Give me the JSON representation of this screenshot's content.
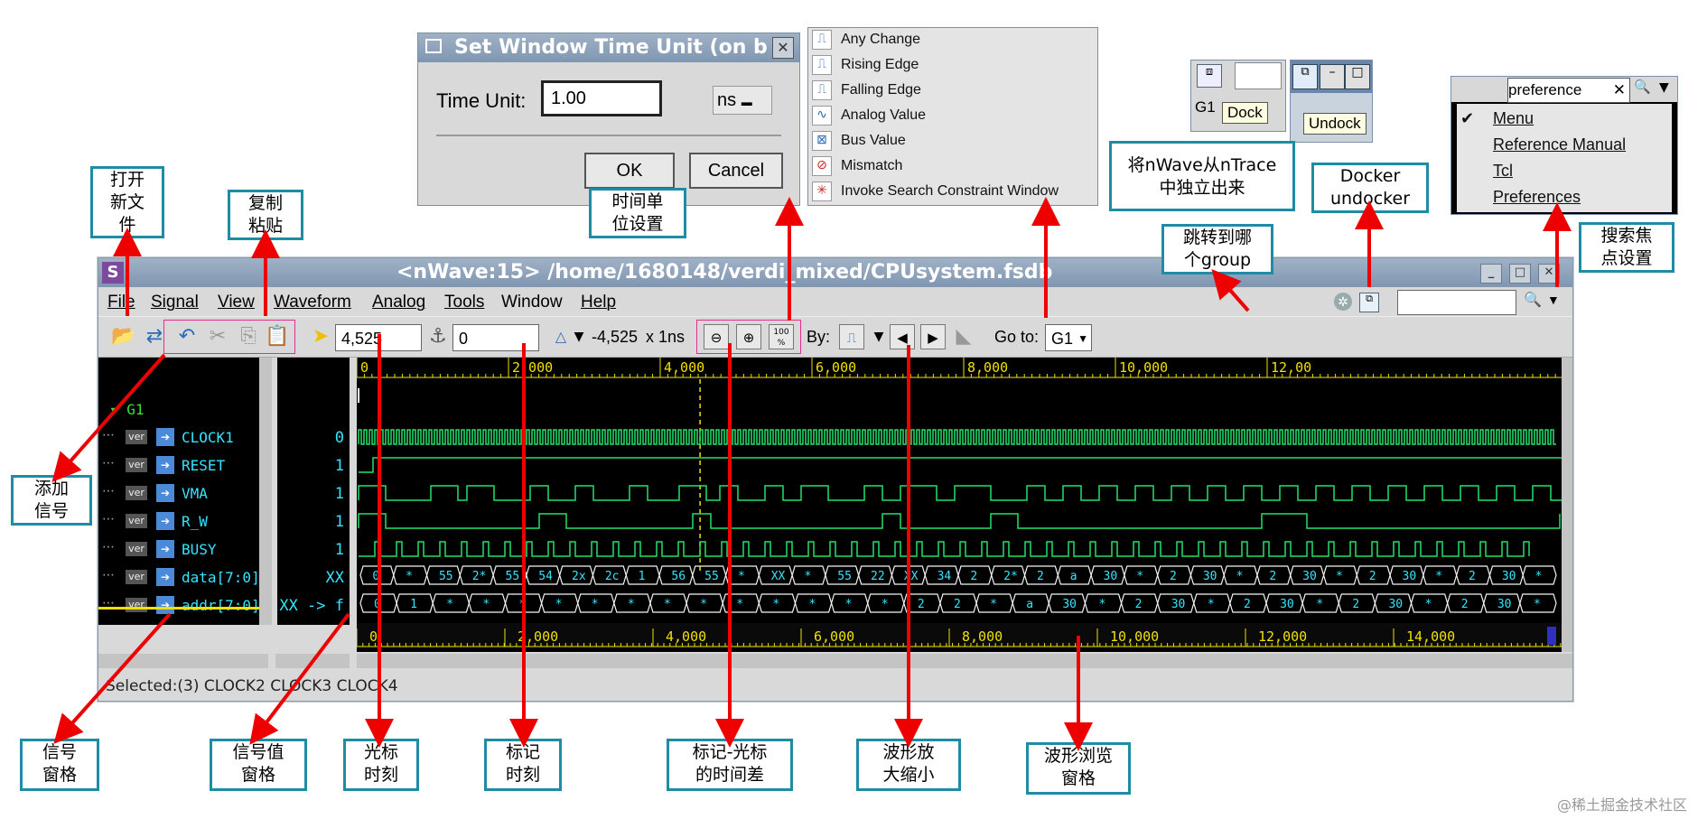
{
  "main_window": {
    "title": "<nWave:15> /home/1680148/verdi_mixed/CPUsystem.fsdb",
    "menu": [
      "File",
      "Signal",
      "View",
      "Waveform",
      "Analog",
      "Tools",
      "Window",
      "Help"
    ],
    "toolbar": {
      "cursor_time": "4,525",
      "marker_time": "0",
      "delta": "-4,525",
      "unit": "x 1ns",
      "by_label": "By:",
      "goto_label": "Go to:",
      "goto_value": "G1",
      "zoom_100_label": "100\n%"
    },
    "group_name": "G1",
    "signals": [
      {
        "name": "CLOCK1",
        "type": "ver",
        "value": "0"
      },
      {
        "name": "RESET",
        "type": "ver",
        "value": "1"
      },
      {
        "name": "VMA",
        "type": "ver",
        "value": "1"
      },
      {
        "name": "R_W",
        "type": "ver",
        "value": "1"
      },
      {
        "name": "BUSY",
        "type": "ver",
        "value": "1"
      },
      {
        "name": "data[7:0]",
        "type": "ver",
        "value": "XX"
      },
      {
        "name": "addr[7:0]",
        "type": "ver",
        "value": "XX -> f"
      }
    ],
    "top_ruler": [
      "0",
      "2,000",
      "4,000",
      "6,000",
      "8,000",
      "10,000",
      "12,00"
    ],
    "bottom_ruler": [
      "0",
      "2,000",
      "4,000",
      "6,000",
      "8,000",
      "10,000",
      "12,000",
      "14,000"
    ],
    "data_bus_labels": [
      "0",
      "*",
      "55",
      "2*",
      "55",
      "54",
      "2x",
      "2c",
      "1",
      "56",
      "55",
      "*",
      "XX",
      "*",
      "55",
      "22",
      "XX",
      "34",
      "2",
      "2*",
      "2",
      "a",
      "30",
      "*",
      "2",
      "30",
      "*",
      "2",
      "30",
      "*",
      "2",
      "30",
      "*",
      "2",
      "30",
      "*"
    ],
    "addr_bus_labels": [
      "0",
      "1",
      "*",
      "*",
      "*",
      "*",
      "*",
      "*",
      "*",
      "*",
      "*",
      "*",
      "*",
      "*",
      "*",
      "2",
      "2",
      "*",
      "a",
      "30",
      "*",
      "2",
      "30",
      "*",
      "2",
      "30",
      "*",
      "2",
      "30",
      "*",
      "2",
      "30",
      "*"
    ],
    "status": "Selected:(3) CLOCK2 CLOCK3 CLOCK4"
  },
  "time_unit_dialog": {
    "title": "Set Window Time Unit (on b",
    "label": "Time Unit:",
    "value": "1.00",
    "unit": "ns",
    "ok": "OK",
    "cancel": "Cancel"
  },
  "search_by_menu": [
    "Any Change",
    "Rising Edge",
    "Falling Edge",
    "Analog Value",
    "Bus Value",
    "Mismatch",
    "Invoke Search Constraint Window"
  ],
  "dock_snippet": {
    "g1": "G1",
    "dock_tooltip": "Dock",
    "undock_tooltip": "Undock"
  },
  "search_focus_snippet": {
    "search_text": "preference",
    "menu": [
      "Menu",
      "Reference Manual",
      "Tcl",
      "Preferences"
    ]
  },
  "callouts": {
    "open_file": "打开\n新文\n件",
    "copy_paste": "复制\n粘贴",
    "time_unit": "时间单\n位设置",
    "undock": "将nWave从nTrace\n中独立出来",
    "docker": "Docker\nundocker",
    "jump_group": "跳转到哪\n个group",
    "search_focus": "搜索焦\n点设置",
    "add_signal": "添加\n信号",
    "signal_pane": "信号\n窗格",
    "value_pane": "信号值\n窗格",
    "cursor_time": "光标\n时刻",
    "marker_time": "标记\n时刻",
    "delta_time": "标记-光标\n的时间差",
    "zoom": "波形放\n大缩小",
    "wave_pane": "波形浏览\n窗格"
  },
  "watermark": "@稀土掘金技术社区"
}
